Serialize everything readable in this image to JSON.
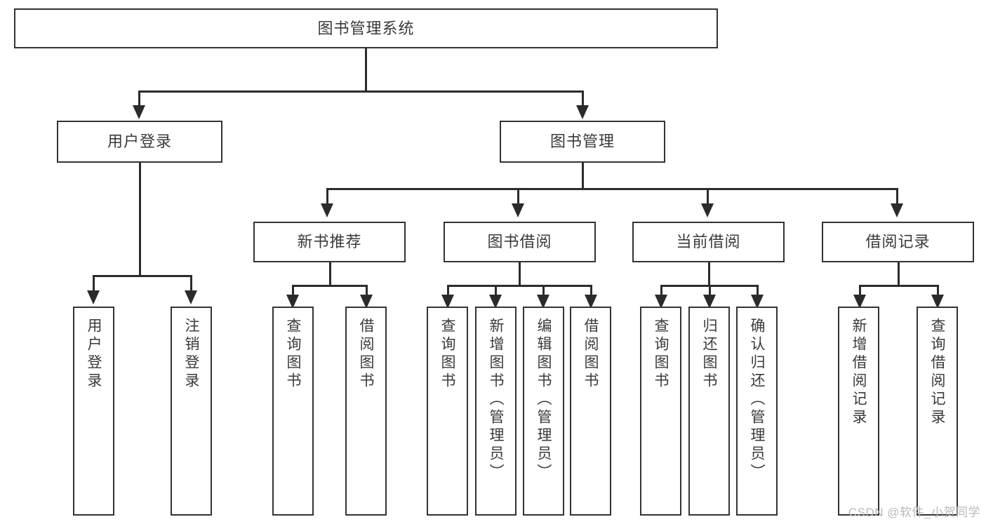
{
  "diagram": {
    "type": "tree-hierarchy-flowchart",
    "title": "图书管理系统",
    "watermark": "CSDN @软件_小贺同学",
    "colors": {
      "node_border": "#333333",
      "node_fill": "#ffffff",
      "edge": "#2b2b2b",
      "text": "#3a3a3a",
      "background": "#ffffff",
      "watermark": "#b9b9b9"
    },
    "root": {
      "label": "图书管理系统"
    },
    "level2": [
      {
        "label": "用户登录"
      },
      {
        "label": "图书管理"
      }
    ],
    "level3": [
      {
        "label": "新书推荐"
      },
      {
        "label": "图书借阅"
      },
      {
        "label": "当前借阅"
      },
      {
        "label": "借阅记录"
      }
    ],
    "leaves_user_login": [
      {
        "label": "用户登录"
      },
      {
        "label": "注销登录"
      }
    ],
    "leaves_new_book": [
      {
        "label": "查询图书"
      },
      {
        "label": "借阅图书"
      }
    ],
    "leaves_borrow": [
      {
        "label": "查询图书"
      },
      {
        "label": "新增图书（管理员）"
      },
      {
        "label": "编辑图书（管理员）"
      },
      {
        "label": "借阅图书"
      }
    ],
    "leaves_current": [
      {
        "label": "查询图书"
      },
      {
        "label": "归还图书"
      },
      {
        "label": "确认归还（管理员）"
      }
    ],
    "leaves_record": [
      {
        "label": "新增借阅记录"
      },
      {
        "label": "查询借阅记录"
      }
    ]
  }
}
